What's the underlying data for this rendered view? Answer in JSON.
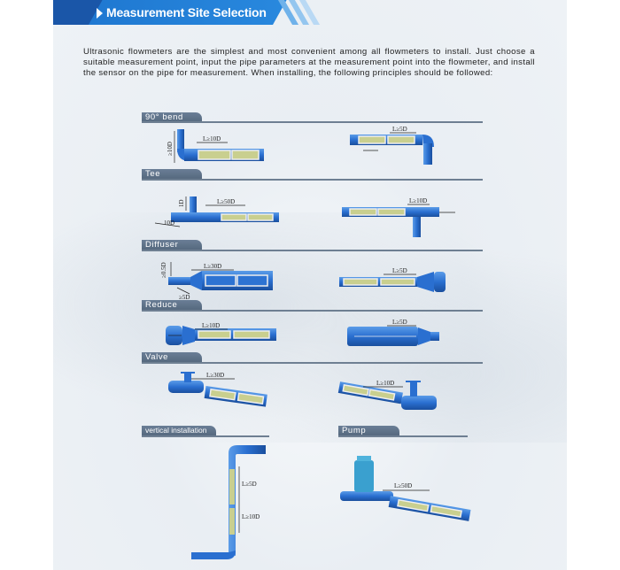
{
  "header": {
    "title": "Measurement Site Selection"
  },
  "intro": "Ultrasonic flowmeters are the simplest and most convenient among all flowmeters to install. Just choose a suitable measurement point, input the pipe parameters at the measurement point into the flowmeter, and install the sensor on the pipe for measurement. When installing, the following principles should be followed:",
  "sections": [
    {
      "title": "90° bend",
      "labels": [
        "≥10D",
        "L≥10D",
        "L≥5D"
      ]
    },
    {
      "title": "Tee",
      "labels": [
        "1D",
        "L≥50D",
        "10D",
        "L≥10D"
      ]
    },
    {
      "title": "Diffuser",
      "labels": [
        "≥0.5D",
        "L≥30D",
        "≥5D",
        "L≥5D"
      ]
    },
    {
      "title": "Reduce",
      "labels": [
        "L≥10D",
        "L≥5D"
      ]
    },
    {
      "title": "Valve",
      "labels": [
        "L≥30D",
        "L≥10D"
      ]
    },
    {
      "title": "vertical installation",
      "labels": [
        "L≥5D",
        "L≥10D"
      ]
    },
    {
      "title": "Pump",
      "labels": [
        "L≥50D"
      ]
    }
  ],
  "colors": {
    "pipe": "#2a6fd0",
    "banner": "#1f78d1",
    "tab": "#5f7389",
    "sensor": "#c9cf8f"
  }
}
